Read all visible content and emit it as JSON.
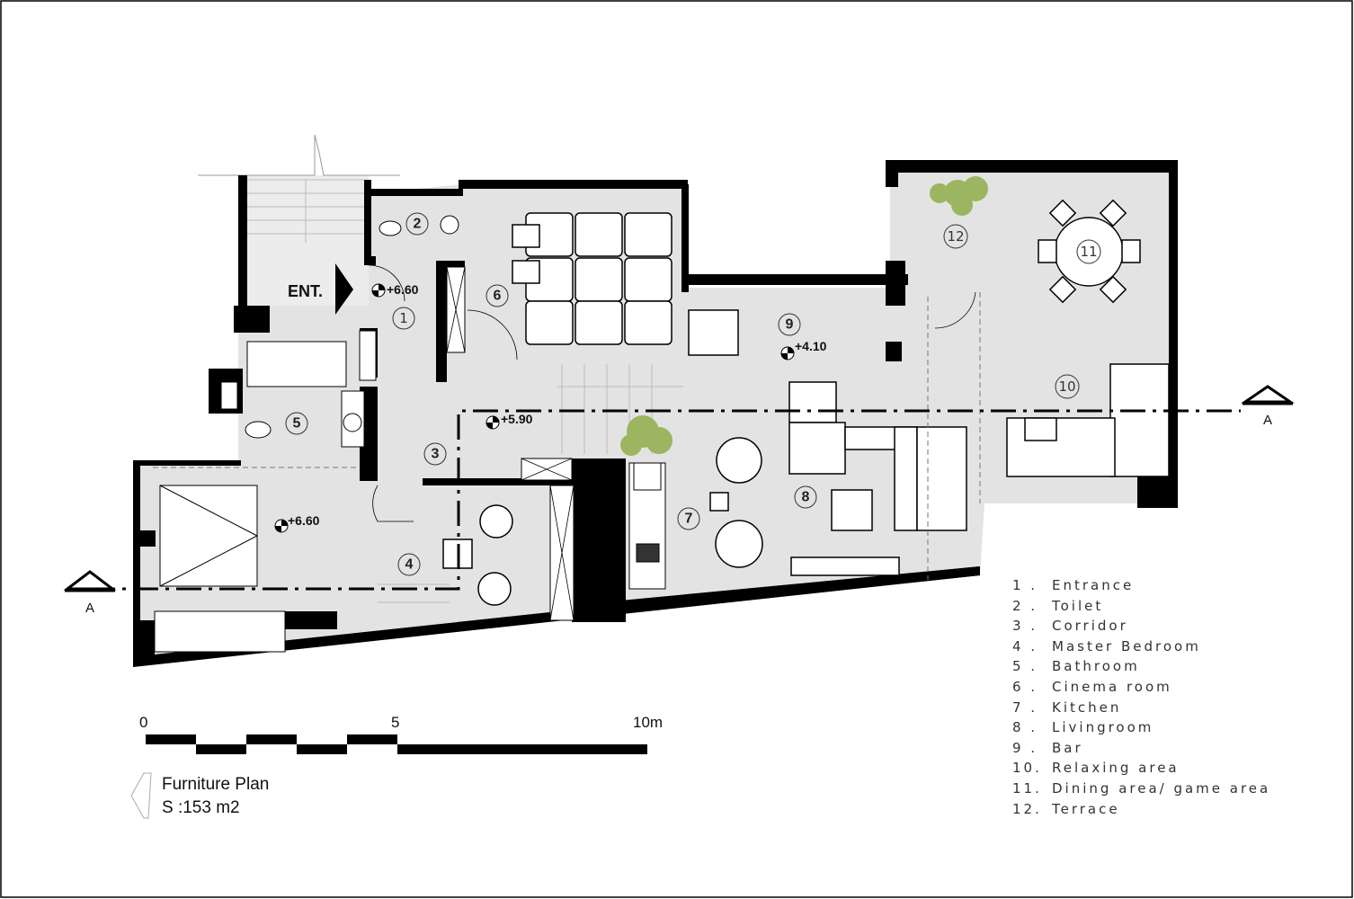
{
  "plan": {
    "entrance_label": "ENT.",
    "rooms": [
      "1",
      "2",
      "3",
      "4",
      "5",
      "6",
      "7",
      "8",
      "9",
      "10",
      "11",
      "12"
    ],
    "elevations": {
      "entrance": "+6.60",
      "corridor": "+5.90",
      "bar": "+4.10",
      "bedroom": "+6.60"
    },
    "section_marks": {
      "left": "A",
      "right": "A"
    }
  },
  "scale_bar": {
    "zero": "0",
    "mid": "5",
    "end": "10m"
  },
  "title": {
    "name": "Furniture Plan",
    "area": "S :153 m2"
  },
  "legend": [
    {
      "num": "1 .",
      "label": "Entrance"
    },
    {
      "num": "2 .",
      "label": "Toilet"
    },
    {
      "num": "3 .",
      "label": "Corridor"
    },
    {
      "num": "4 .",
      "label": "Master Bedroom"
    },
    {
      "num": "5 .",
      "label": "Bathroom"
    },
    {
      "num": "6 .",
      "label": "Cinema room"
    },
    {
      "num": "7 .",
      "label": "Kitchen"
    },
    {
      "num": "8 .",
      "label": "Livingroom"
    },
    {
      "num": "9 .",
      "label": "Bar"
    },
    {
      "num": "10.",
      "label": "Relaxing area"
    },
    {
      "num": "11.",
      "label": "Dining area/ game area"
    },
    {
      "num": "12.",
      "label": "Terrace"
    }
  ],
  "colors": {
    "floor": "#e3e3e3",
    "wall": "#000000",
    "plant": "#9bb560"
  }
}
